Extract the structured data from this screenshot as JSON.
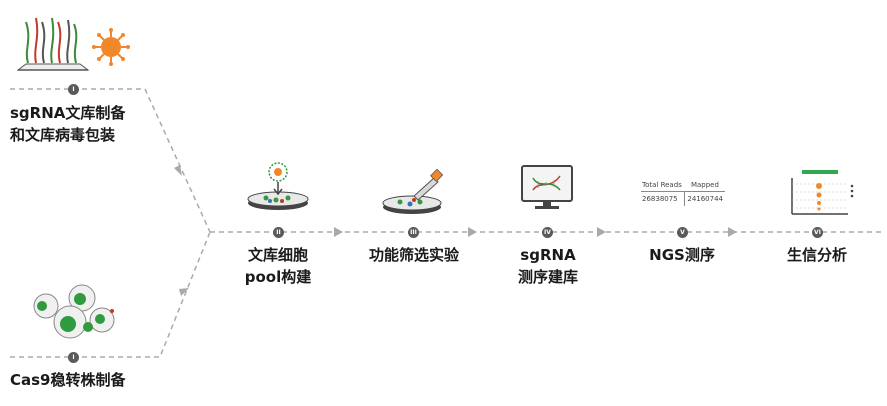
{
  "steps": {
    "library_prep": {
      "title_line1": "sgRNA文库制备",
      "title_line2": "和文库病毒包装",
      "badge": "I"
    },
    "cas9": {
      "title": "Cas9稳转株制备",
      "badge": "I"
    },
    "cell_pool": {
      "title_line1": "文库细胞",
      "title_line2": "pool构建",
      "badge": "II"
    },
    "screening": {
      "title": "功能筛选实验",
      "badge": "III"
    },
    "sgrna_lib": {
      "title_line1": "sgRNA",
      "title_line2": "测序建库",
      "badge": "IV"
    },
    "ngs": {
      "title": "NGS测序",
      "badge": "V"
    },
    "bioinfo": {
      "title": "生信分析",
      "badge": "VI"
    }
  },
  "ngs_table": {
    "headers": [
      "Total Reads",
      "Mapped"
    ],
    "row": [
      "26838075",
      "24160744"
    ]
  },
  "colors": {
    "arrow": "#aaaaaa",
    "badge": "#5a5a5a",
    "virus": "#f0882a",
    "cell_green": "#2f9a3e",
    "dna_red": "#c0392b",
    "dna_green": "#3a8a3a",
    "plot_bar": "#2fa84f"
  }
}
